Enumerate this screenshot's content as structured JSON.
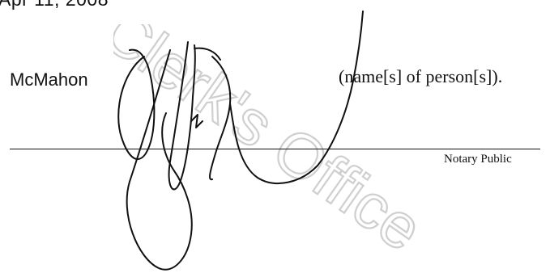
{
  "document": {
    "date_fragment": "Apr 11, 2008",
    "signer_name": "McMahon",
    "persons_caption": "(name[s] of person[s]).",
    "notary_label": "Notary Public"
  },
  "watermark": {
    "text": "Clerk's Office",
    "color": "#d8d8d8"
  },
  "signature": {
    "ink_color": "#111111"
  }
}
